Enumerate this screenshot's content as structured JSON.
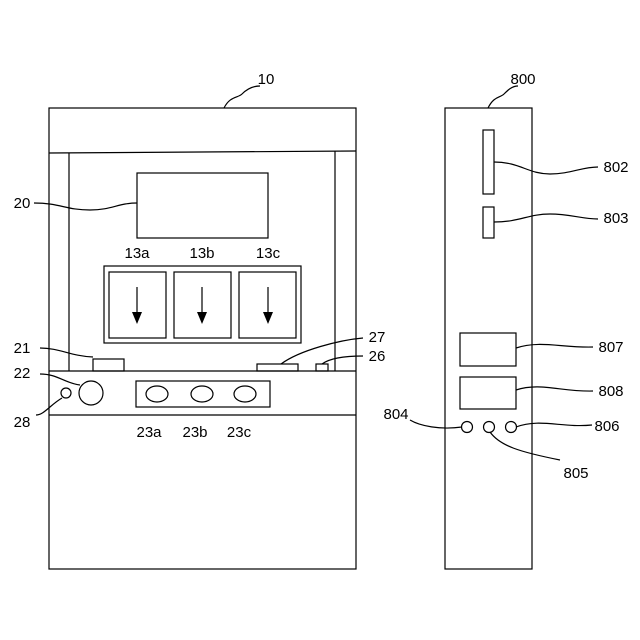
{
  "labels": {
    "machine": "10",
    "display": "20",
    "reel_a": "13a",
    "reel_b": "13b",
    "reel_c": "13c",
    "lever_button": "21",
    "lever": "22",
    "coin_slot": "27",
    "coin_button": "26",
    "stop_a": "23a",
    "stop_b": "23b",
    "stop_c": "23c",
    "small_button": "28",
    "unit": "800",
    "slot_long": "802",
    "slot_short": "803",
    "panel_upper": "807",
    "panel_lower": "808",
    "btn_left": "804",
    "btn_mid": "805",
    "btn_right": "806"
  }
}
